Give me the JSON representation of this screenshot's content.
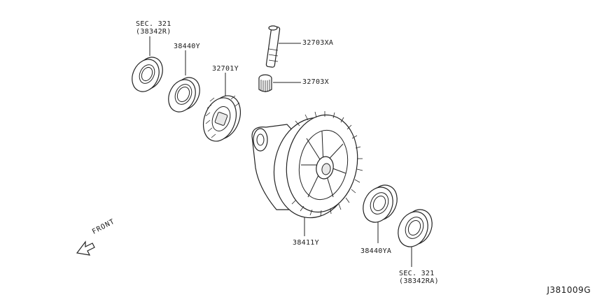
{
  "labels": {
    "sec321_top": "SEC. 321",
    "sec321_top_sub": "(38342R)",
    "p38440Y": "38440Y",
    "p32701Y": "32701Y",
    "p32703XA": "32703XA",
    "p32703X": "32703X",
    "p38411Y": "38411Y",
    "p38440YA": "38440YA",
    "sec321_bot": "SEC. 321",
    "sec321_bot_sub": "(38342RA)",
    "front": "FRONT"
  },
  "diagram_code": "J381009G"
}
